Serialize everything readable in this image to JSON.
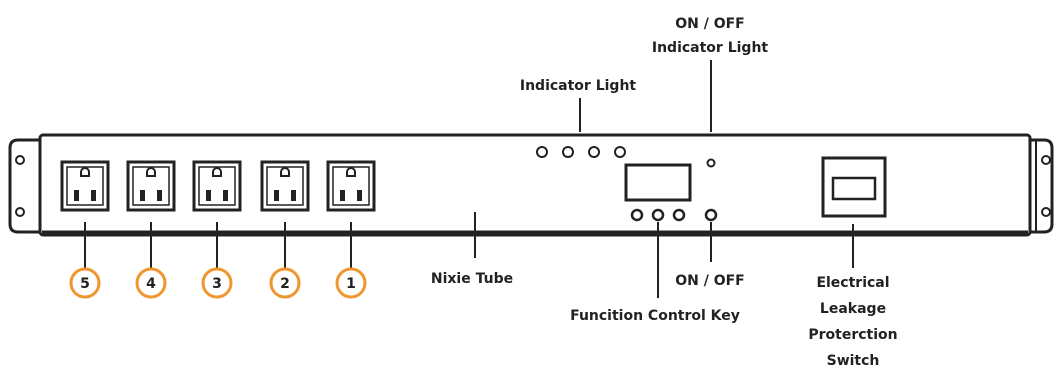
{
  "outlet_numbers": [
    "5",
    "4",
    "3",
    "2",
    "1"
  ],
  "labels": {
    "on_off_indicator_line1": "ON / OFF",
    "on_off_indicator_line2": "Indicator Light",
    "indicator_light": "Indicator Light",
    "nixie_tube": "Nixie Tube",
    "on_off": "ON / OFF",
    "function_control_key": "Funcition Control Key",
    "leakage_line1": "Electrical",
    "leakage_line2": "Leakage",
    "leakage_line3": "Protercti​on",
    "leakage_line4": "Switch"
  },
  "colors": {
    "accent": "#f0962e",
    "outline": "#222222",
    "text": "#222222"
  }
}
